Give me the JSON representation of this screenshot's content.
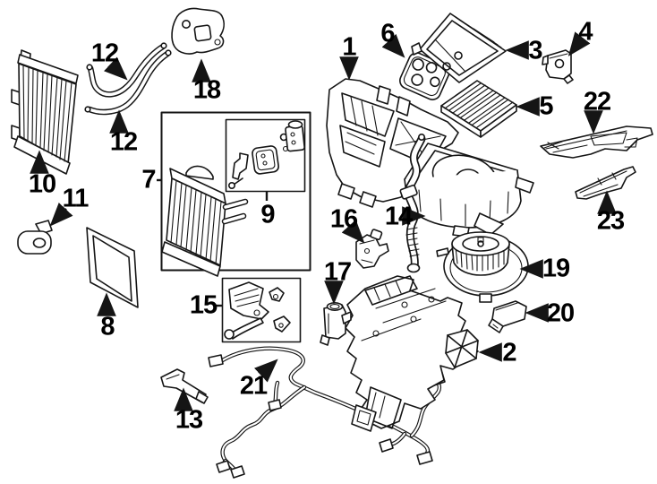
{
  "diagram": {
    "background_color": "#ffffff",
    "line_color": "#151515",
    "label_color": "#000000"
  },
  "callouts": {
    "c1": {
      "label": "1"
    },
    "c2": {
      "label": "2"
    },
    "c3": {
      "label": "3"
    },
    "c4": {
      "label": "4"
    },
    "c5": {
      "label": "5"
    },
    "c6": {
      "label": "6"
    },
    "c7": {
      "label": "7"
    },
    "c8": {
      "label": "8"
    },
    "c9": {
      "label": "9"
    },
    "c10": {
      "label": "10"
    },
    "c11": {
      "label": "11"
    },
    "c12a": {
      "label": "12"
    },
    "c12b": {
      "label": "12"
    },
    "c13": {
      "label": "13"
    },
    "c14": {
      "label": "14"
    },
    "c15": {
      "label": "15"
    },
    "c16": {
      "label": "16"
    },
    "c17": {
      "label": "17"
    },
    "c18": {
      "label": "18"
    },
    "c19": {
      "label": "19"
    },
    "c20": {
      "label": "20"
    },
    "c21": {
      "label": "21"
    },
    "c22": {
      "label": "22"
    },
    "c23": {
      "label": "23"
    }
  }
}
